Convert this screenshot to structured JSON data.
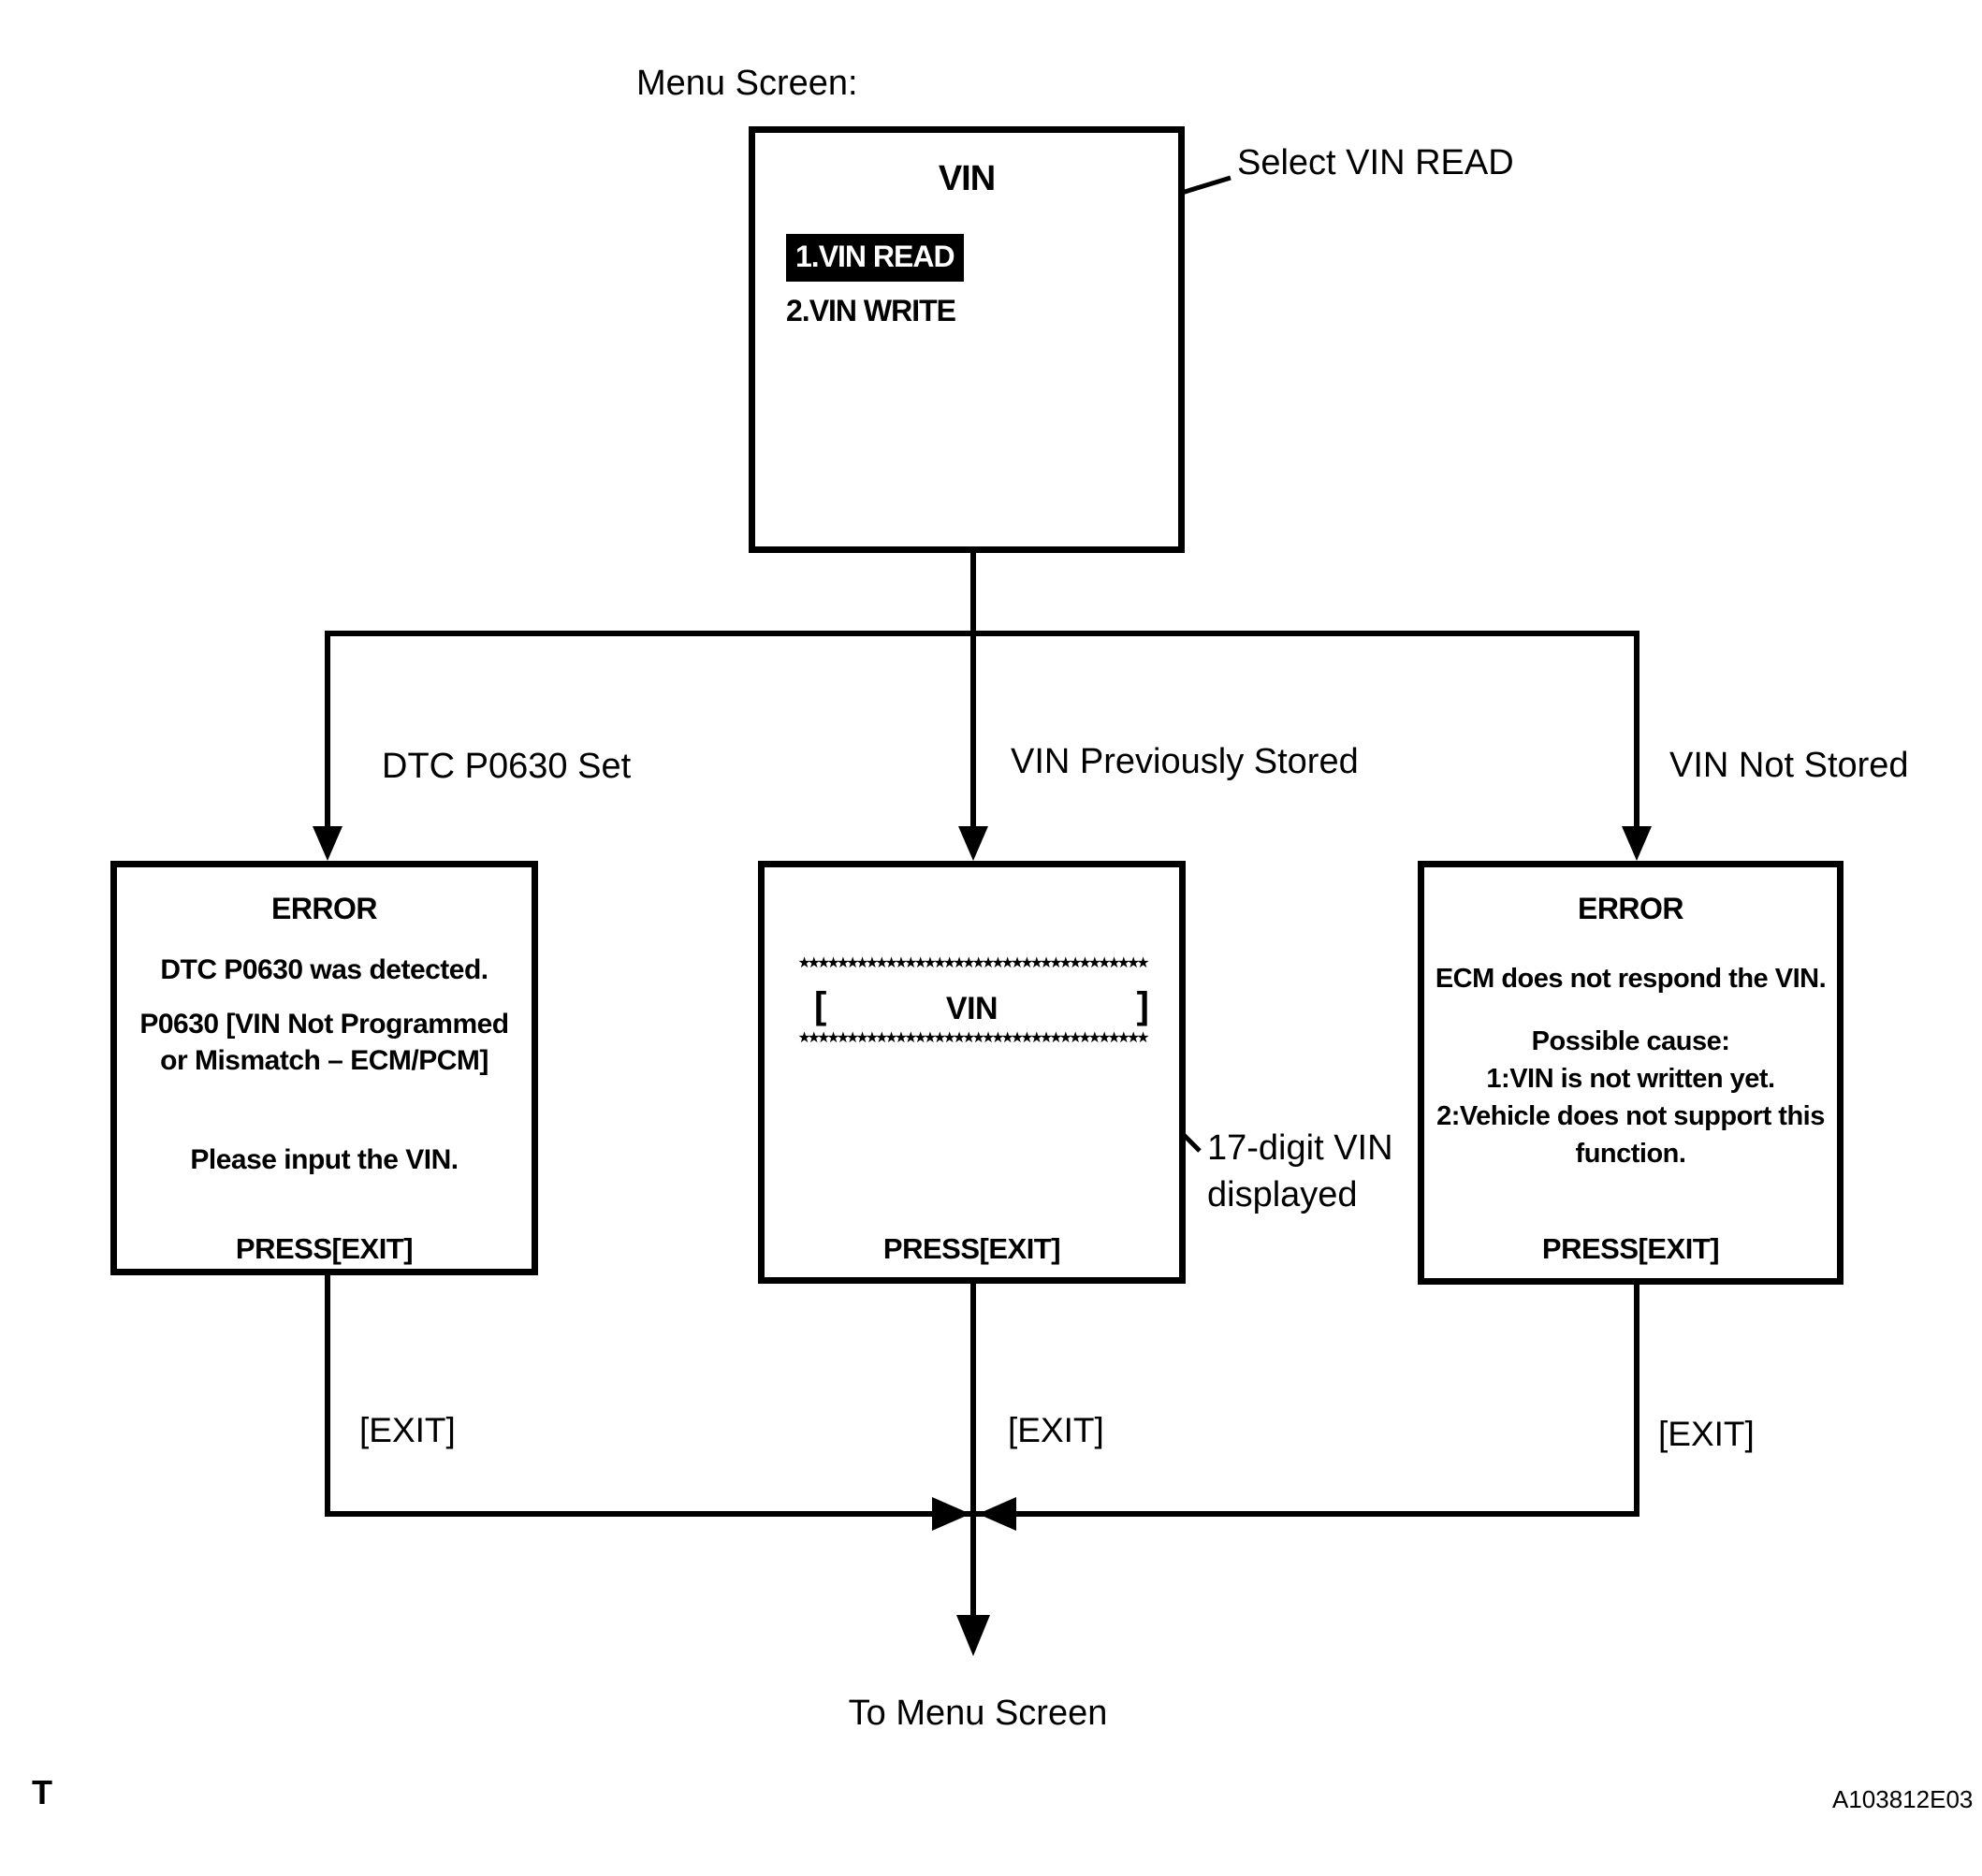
{
  "colors": {
    "ink": "#000000",
    "background": "#ffffff"
  },
  "header": {
    "menu_screen_label": "Menu Screen:"
  },
  "menu_screen": {
    "title": "VIN",
    "items": [
      {
        "label": "1.VIN READ",
        "highlighted": true
      },
      {
        "label": "2.VIN WRITE",
        "highlighted": false
      }
    ],
    "annotation": "Select VIN READ"
  },
  "branches": [
    {
      "label": "DTC P0630 Set",
      "exit_label": "[EXIT]"
    },
    {
      "label": "VIN Previously Stored",
      "exit_label": "[EXIT]"
    },
    {
      "label": "VIN Not Stored",
      "exit_label": "[EXIT]"
    }
  ],
  "boxes": {
    "error_dtc": {
      "title": "ERROR",
      "line1": "DTC P0630 was detected.",
      "line2": "P0630  [VIN Not Programmed",
      "line3": "or Mismatch – ECM/PCM]",
      "line4": "Please input the VIN.",
      "press": "PRESS[EXIT]"
    },
    "vin_display": {
      "stars": "★★★★★★★★★★★★★★★★★★★★★★★★★★★★★★★★★★★★",
      "bracket_open": "[",
      "vin_label": "VIN",
      "bracket_close": "]",
      "press": "PRESS[EXIT]",
      "annotation_line1": "17-digit VIN",
      "annotation_line2": "displayed"
    },
    "error_ecm": {
      "title": "ERROR",
      "line1": "ECM does not respond the VIN.",
      "line2": "Possible cause:",
      "line3": "1:VIN is not written yet.",
      "line4": "2:Vehicle does not support this",
      "line5": "function.",
      "press": "PRESS[EXIT]"
    }
  },
  "footer": {
    "to_menu": "To Menu Screen",
    "corner_mark": "T",
    "figure_id": "A103812E03"
  }
}
